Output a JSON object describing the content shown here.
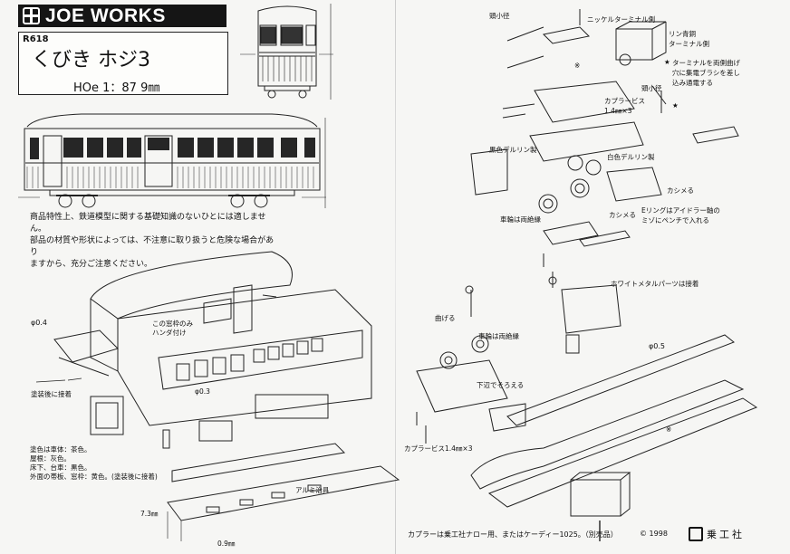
{
  "header": {
    "brand": "JOE WORKS",
    "model_code": "R618",
    "product_title": "くびき ホジ3",
    "scale_line": "HOe 1：87 9㎜"
  },
  "notes": {
    "caution_lines": [
      "商品特性上、鉄道模型に関する基礎知識のないひとには適しません。",
      "部品の材質や形状によっては、不注意に取り扱うと危険な場合があり",
      "ますから、充分ご注意ください。"
    ],
    "color_lines": [
      "塗色は車体：茶色。",
      "屋根：灰色。",
      "床下、台車：黒色。",
      "外面の帯板、窓枠：黄色。(塗装後に接着)"
    ]
  },
  "left_labels": {
    "phi04": "φ0.4",
    "hood_line1": "この窓枠のみ",
    "hood_line2": "ハンダ付け",
    "after_paint": "塗装後に接着",
    "phi03": "φ0.3",
    "alumi_jig": "アルミ治具",
    "dim73": "7.3㎜",
    "dim09": "0.9㎜"
  },
  "right_labels": {
    "head_small_1": "頭小径",
    "nickel_terminal": "ニッケルターミナル側",
    "phosphor_line1": "リン青銅",
    "phosphor_line2": "ターミナル側",
    "terminal_line1": "ターミナルを両側曲げ",
    "terminal_line2": "穴に集電ブラシを差し",
    "terminal_line3": "込み通電する",
    "head_small_2": "頭小径",
    "coupler_screw_top": "カプラービス",
    "coupler_size_top": "1.4㎜×3",
    "black_delrin": "黒色デルリン製",
    "white_delrin": "白色デルリン製",
    "kashimeru_1": "カシメる",
    "e_ring_line1": "Eリングはアイドラー軸の",
    "e_ring_line2": "ミゾにペンチで入れる",
    "kashimeru_2": "カシメる",
    "wheel_insulated_1": "車輪は両絶縁",
    "white_metal": "ホワイトメタルパーツは接着",
    "bend": "曲げる",
    "wheel_insulated_2": "車輪は両絶縁",
    "align_bottom": "下辺でそろえる",
    "phi05": "φ0.5",
    "coupler_screw_bottom": "カプラービス1.4㎜×3",
    "star": "★",
    "kome": "※"
  },
  "footer": {
    "coupler_note": "カプラーは乗工社ナロー用、またはケーディー1025。（別売品）",
    "copyright": "© 1998",
    "company": "乗工社"
  }
}
